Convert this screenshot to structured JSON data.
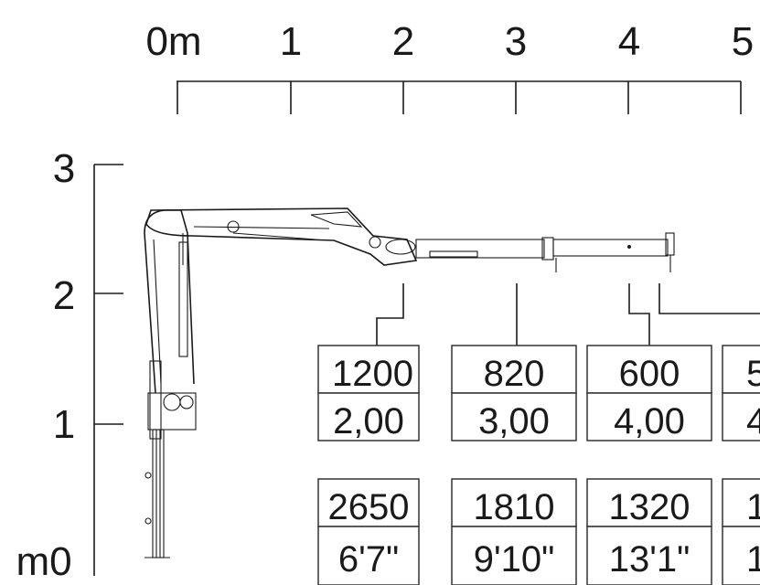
{
  "h_scale": {
    "ticks": [
      "0m",
      "1",
      "2",
      "3",
      "4",
      "5"
    ]
  },
  "v_scale": {
    "ticks": [
      "3",
      "2",
      "1",
      "m0"
    ]
  },
  "capacity_table": {
    "columns": [
      {
        "load_kg": "1200",
        "reach_m": "2,00",
        "load_lb": "2650",
        "reach_ft": "6'7\""
      },
      {
        "load_kg": "820",
        "reach_m": "3,00",
        "load_lb": "1810",
        "reach_ft": "9'10\""
      },
      {
        "load_kg": "600",
        "reach_m": "4,00",
        "load_lb": "1320",
        "reach_ft": "13'1\""
      },
      {
        "load_kg": "5",
        "reach_m": "4",
        "load_lb": "1",
        "reach_ft": "1"
      }
    ]
  }
}
